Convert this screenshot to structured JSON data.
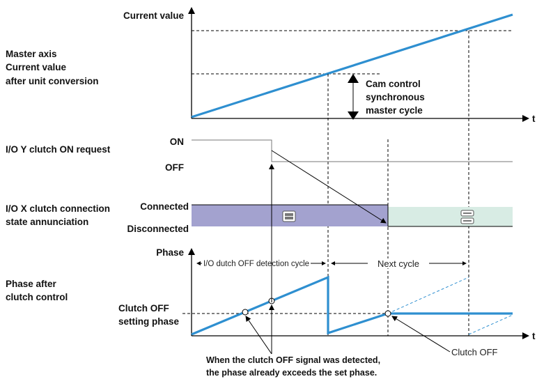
{
  "master": {
    "y_axis_label": "Current value",
    "title_lines": [
      "Master axis",
      "Current value",
      "after unit conversion"
    ],
    "cam_label_lines": [
      "Cam control",
      "synchronous",
      "master cycle"
    ],
    "t_label": "t"
  },
  "clutch_request": {
    "title": "I/O Y clutch ON request",
    "on_label": "ON",
    "off_label": "OFF"
  },
  "clutch_state": {
    "title_lines": [
      "I/O X clutch connection",
      "state annunciation"
    ],
    "connected_label": "Connected",
    "disconnected_label": "Disconnected",
    "connected_color": "#a3a2cf",
    "disconnected_color": "#d8ece4"
  },
  "phase": {
    "y_axis_label": "Phase",
    "title_lines": [
      "Phase after",
      "clutch control"
    ],
    "setting_lines": [
      "Clutch OFF",
      "setting phase"
    ],
    "detection_cycle_label": "I/O dutch OFF detection cycle",
    "next_cycle_label": "Next cycle",
    "clutch_off_label": "Clutch OFF",
    "t_label": "t",
    "curve_color": "#2e8fd0"
  },
  "note_lines": [
    "When the clutch OFF signal was detected,",
    "the phase already exceeds the set phase."
  ]
}
